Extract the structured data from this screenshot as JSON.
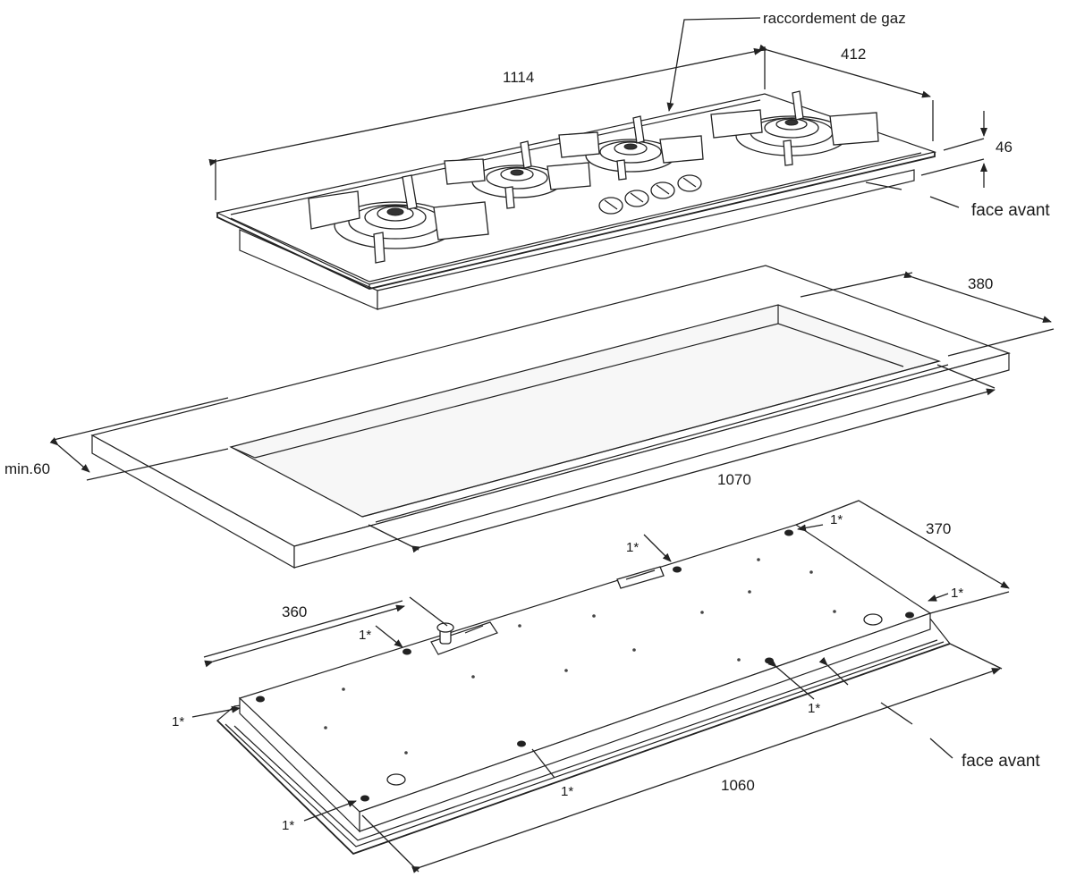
{
  "labels": {
    "gas_connection": "raccordement de gaz",
    "width_top": "1114",
    "depth_top": "412",
    "height_top": "46",
    "front_top": "face avant",
    "cutout_depth": "380",
    "min_edge": "min.60",
    "cutout_width": "1070",
    "bottom_depth_right": "370",
    "bottom_depth_left": "360",
    "bottom_width": "1060",
    "front_bottom": "face avant",
    "gap_mark": "1*"
  }
}
